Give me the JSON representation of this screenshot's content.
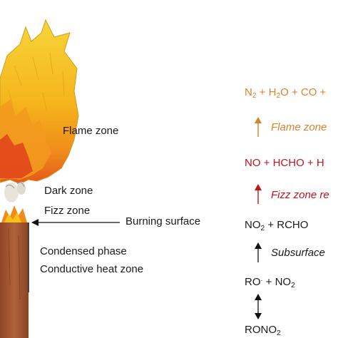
{
  "zones": {
    "flame": "Flame zone",
    "dark": "Dark zone",
    "fizz": "Fizz zone",
    "burning_surface": "Burning surface",
    "condensed_phase": "Condensed phase",
    "conductive_heat": "Conductive heat zone"
  },
  "reactions": {
    "flame_products": {
      "parts": [
        "N",
        "2",
        " + H",
        "2",
        "O + CO +"
      ]
    },
    "flame_zone_label": "Flame zone",
    "fizz_products": "NO + HCHO + H",
    "fizz_zone_label": "Fizz zone re",
    "subsurface_products": {
      "parts": [
        "NO",
        "2",
        " + RCHO"
      ]
    },
    "subsurface_label": "Subsurface",
    "radical_step": {
      "parts": [
        "RO",
        "·",
        " + NO",
        "2"
      ]
    },
    "reactant": {
      "parts": [
        "RONO",
        "2"
      ]
    }
  },
  "colors": {
    "flame_yellow": "#f6c21a",
    "flame_orange": "#f29a1e",
    "flame_red": "#e0411a",
    "propellant_brown": "#a55a32",
    "orange_text": "#d9822b",
    "red_text": "#c0141c"
  }
}
